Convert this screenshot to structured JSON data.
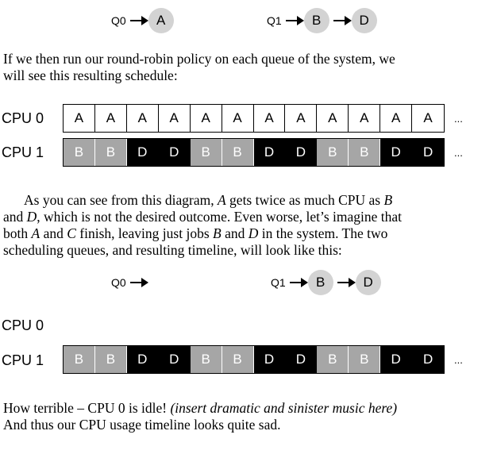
{
  "diagram1": {
    "q0": {
      "label": "Q0",
      "jobs": [
        "A"
      ]
    },
    "q1": {
      "label": "Q1",
      "jobs": [
        "B",
        "D"
      ]
    }
  },
  "para1": {
    "lines": [
      "If we then run our round-robin policy on each queue of the system, we",
      "will see this resulting schedule:"
    ]
  },
  "timeline1": {
    "cpu0": {
      "label": "CPU 0",
      "cells": [
        "A",
        "A",
        "A",
        "A",
        "A",
        "A",
        "A",
        "A",
        "A",
        "A",
        "A",
        "A"
      ]
    },
    "cpu1": {
      "label": "CPU 1",
      "cells": [
        "B",
        "B",
        "D",
        "D",
        "B",
        "B",
        "D",
        "D",
        "B",
        "B",
        "D",
        "D"
      ]
    },
    "ellipsis": "..."
  },
  "para2": {
    "line1_a": "As you can see from this diagram, ",
    "line1_A": "A",
    "line1_b": " gets twice as much CPU as ",
    "line1_B": "B",
    "line2_a": "and ",
    "line2_D": "D",
    "line2_b": ", which is not the desired outcome. Even worse, let’s imagine that",
    "line3_a": "both ",
    "line3_A": "A",
    "line3_b": " and ",
    "line3_C": "C",
    "line3_c": " finish, leaving just jobs ",
    "line3_B": "B",
    "line3_d": " and ",
    "line3_D": "D",
    "line3_e": " in the system.  The two",
    "line4": "scheduling queues, and resulting timeline, will look like this:"
  },
  "diagram2": {
    "q0": {
      "label": "Q0",
      "jobs": []
    },
    "q1": {
      "label": "Q1",
      "jobs": [
        "B",
        "D"
      ]
    }
  },
  "timeline2": {
    "cpu0": {
      "label": "CPU 0",
      "cells": []
    },
    "cpu1": {
      "label": "CPU 1",
      "cells": [
        "B",
        "B",
        "D",
        "D",
        "B",
        "B",
        "D",
        "D",
        "B",
        "B",
        "D",
        "D"
      ]
    },
    "ellipsis": "..."
  },
  "para3": {
    "line1_a": "How terrible – CPU 0 is idle! ",
    "line1_italic": "(insert dramatic and sinister music here)",
    "line2": "And thus our CPU usage timeline looks quite sad."
  },
  "colors": {
    "job_A": "#ffffff",
    "job_B": "#a6a6a6",
    "job_D": "#000000",
    "circle": "#d3d3d3"
  }
}
